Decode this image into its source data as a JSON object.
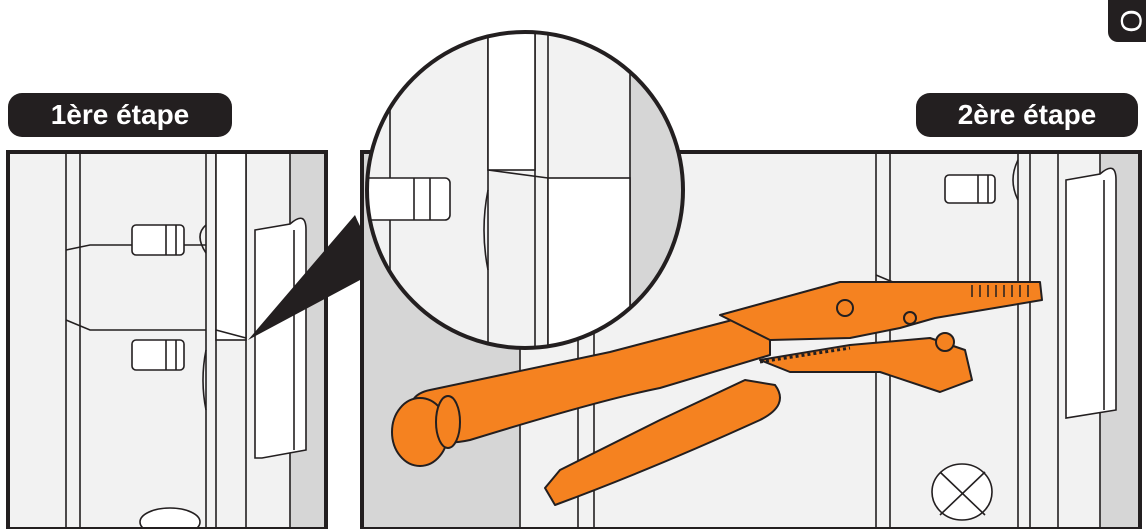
{
  "steps": {
    "step1_label": "1ère étape",
    "step2_label": "2ère étape"
  },
  "corner_tab": {
    "text": "O"
  },
  "colors": {
    "pliers_orange": "#f58220",
    "outline": "#231f20",
    "panel_bg": "#f2f2f2",
    "shadow_gray": "#d6d6d6",
    "label_bg": "#231f20",
    "label_text": "#ffffff"
  }
}
